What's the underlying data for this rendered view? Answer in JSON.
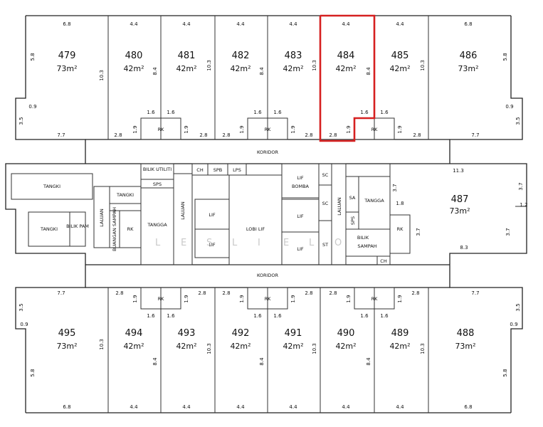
{
  "colors": {
    "highlight": "#d62020",
    "line": "#222222",
    "watermark": "#c9c9c9"
  },
  "corridor_top": "KORIDOR",
  "corridor_bottom": "KORIDOR",
  "watermark": [
    "L",
    "E",
    "S",
    "L",
    "I",
    "E",
    "L",
    "O"
  ],
  "highlighted_unit": "484",
  "top_units": [
    {
      "num": "479",
      "area": "73m²"
    },
    {
      "num": "480",
      "area": "42m²"
    },
    {
      "num": "481",
      "area": "42m²"
    },
    {
      "num": "482",
      "area": "42m²"
    },
    {
      "num": "483",
      "area": "42m²"
    },
    {
      "num": "484",
      "area": "42m²"
    },
    {
      "num": "485",
      "area": "42m²"
    },
    {
      "num": "486",
      "area": "73m²"
    }
  ],
  "bottom_units": [
    {
      "num": "495",
      "area": "73m²"
    },
    {
      "num": "494",
      "area": "42m²"
    },
    {
      "num": "493",
      "area": "42m²"
    },
    {
      "num": "492",
      "area": "42m²"
    },
    {
      "num": "491",
      "area": "42m²"
    },
    {
      "num": "490",
      "area": "42m²"
    },
    {
      "num": "489",
      "area": "42m²"
    },
    {
      "num": "488",
      "area": "73m²"
    }
  ],
  "unit_487": {
    "num": "487",
    "area": "73m²"
  },
  "core_labels": {
    "tangki": "TANGKI",
    "bilik_pam": "BILIK PAM",
    "lauan": "LALUAN",
    "buangan_sampah": "BUANGAN SAMPAH",
    "rk": "RK",
    "tangga": "TANGGA",
    "bilik_utiliti": "BILIK UTILITI",
    "sps": "SPS",
    "spb": "SPB",
    "lps": "LPS",
    "ch": "CH",
    "lif": "LIF",
    "lobi_lif": "LOBI LIF",
    "lif_bomba": "LIF BOMBA",
    "sc": "SC",
    "st": "ST",
    "sa": "SA",
    "bilik_sampah": "BILIK SAMPAH"
  },
  "dims": {
    "d68": "6.8",
    "d44": "4.4",
    "d103": "10.3",
    "d84": "8.4",
    "d58": "5.8",
    "d35": "3.5",
    "d09": "0.9",
    "d77": "7.7",
    "d28": "2.8",
    "d16": "1.6",
    "d19": "1.9",
    "d113": "11.3",
    "d37": "3.7",
    "d12": "1.2",
    "d18": "1.8",
    "d83": "8.3"
  }
}
